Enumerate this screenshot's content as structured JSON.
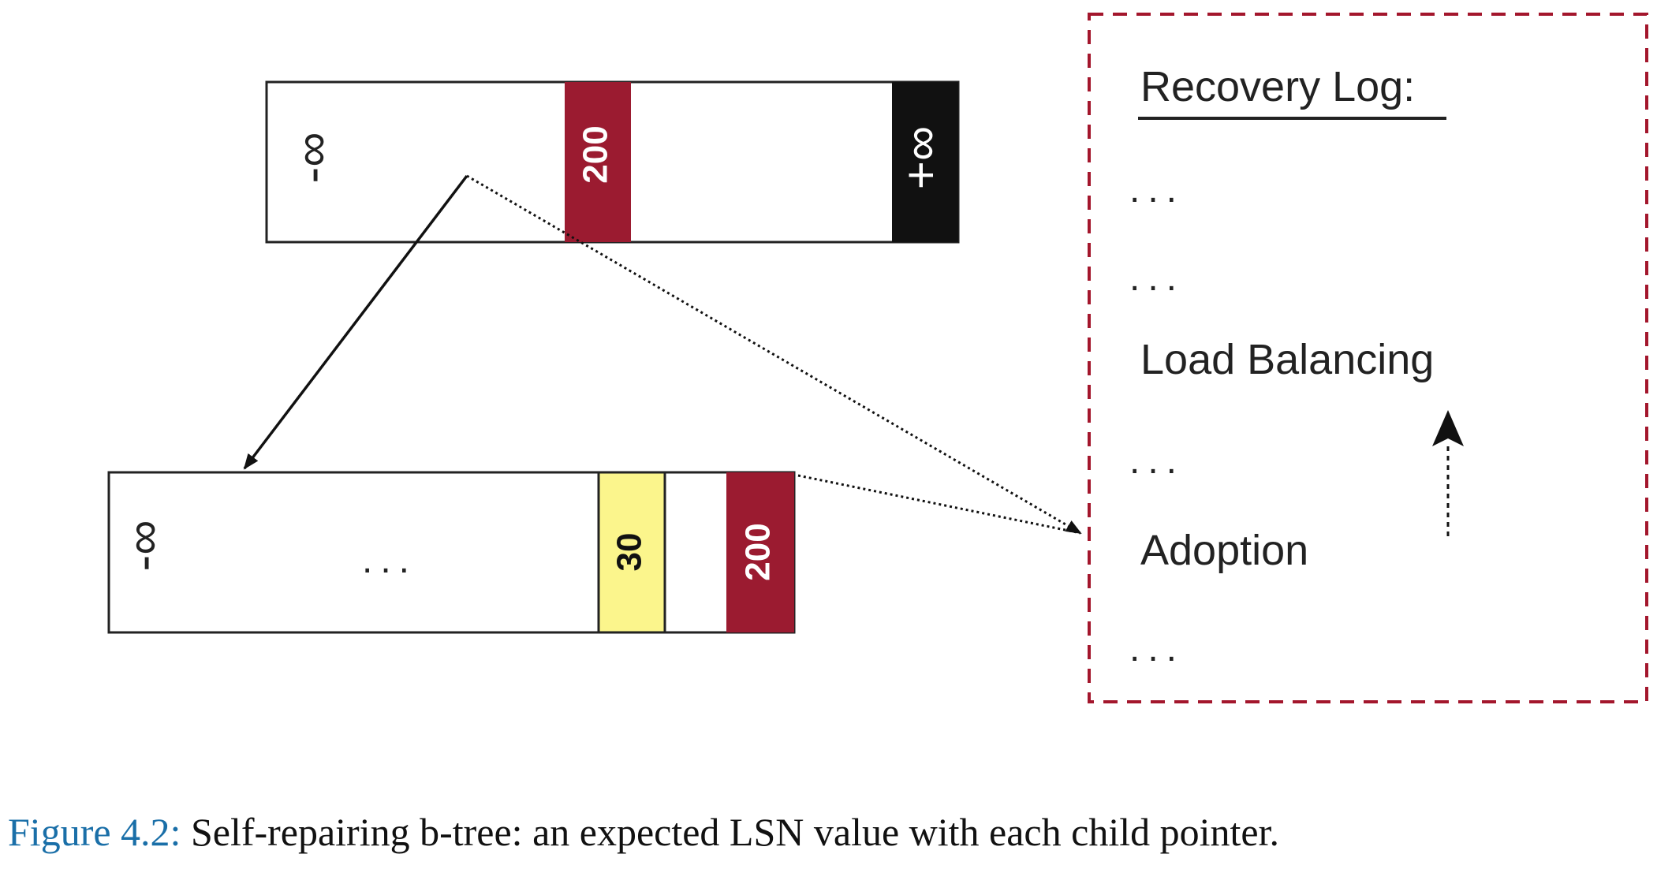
{
  "parent_node": {
    "left_key": "-∞",
    "separator_key": "200",
    "right_key": "+∞"
  },
  "child_node": {
    "left_key": "-∞",
    "ellipsis": "...",
    "key_yellow": "30",
    "key_expected_lsn": "200"
  },
  "recovery_log": {
    "title": "Recovery Log:",
    "entries": [
      "...",
      "...",
      "Load Balancing",
      "...",
      "Adoption",
      "..."
    ]
  },
  "caption": {
    "label": "Figure 4.2:",
    "text": " Self-repairing b-tree: an expected LSN value with each child pointer."
  },
  "colors": {
    "dark_red": "#9b1b30",
    "yellow": "#fbf58c",
    "black": "#111111",
    "dashed_border": "#a3162c",
    "caption_label": "#1a6fa8"
  }
}
